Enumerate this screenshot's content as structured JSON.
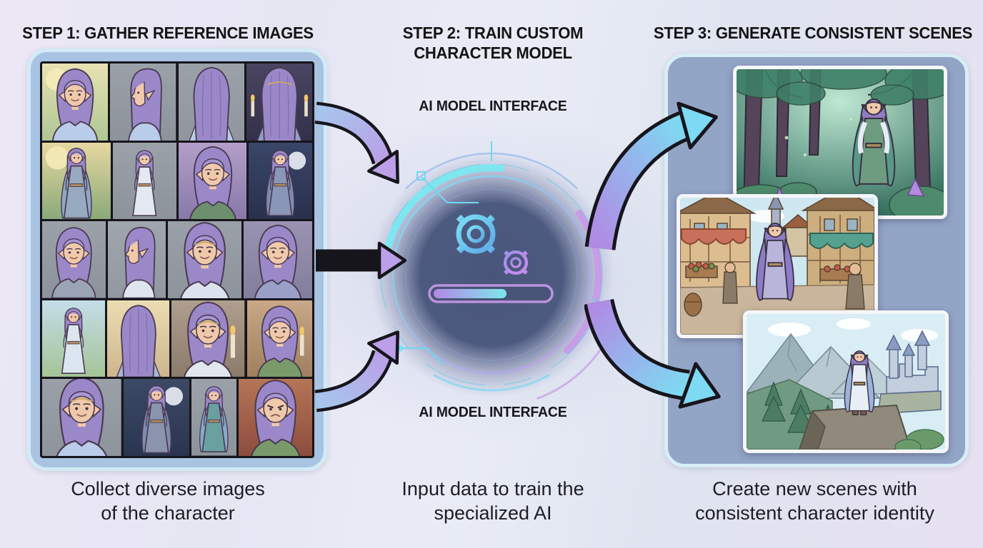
{
  "steps": {
    "step1": {
      "title": "STEP 1: GATHER REFERENCE IMAGES",
      "caption_line1": "Collect diverse images",
      "caption_line2": "of the character"
    },
    "step2": {
      "title_line1": "STEP 2: TRAIN CUSTOM",
      "title_line2": "CHARACTER MODEL",
      "interface_label_top": "AI MODEL INTERFACE",
      "interface_label_bottom": "AI MODEL INTERFACE",
      "caption_line1": "Input data to train the",
      "caption_line2": "specialized AI"
    },
    "step3": {
      "title": "STEP 3: GENERATE CONSISTENT SCENES",
      "caption_line1": "Create new scenes with",
      "caption_line2": "consistent character identity"
    }
  },
  "center_interface": {
    "icons": [
      "gear-icon-large",
      "gear-icon-small",
      "progress-bar"
    ],
    "progress_percent": 66
  },
  "arrows": {
    "input_arrows": [
      "input-arrow-top",
      "input-arrow-middle",
      "input-arrow-bottom"
    ],
    "output_arrows": [
      "output-arrow-top",
      "output-arrow-bottom"
    ]
  },
  "colors": {
    "panel1_bg": "#a9c3e2",
    "panel1_border": "#d2ecf7",
    "panel3_bg": "#93a5c7",
    "panel3_border": "#d8eef6",
    "title_color": "#141414",
    "caption_color": "#1d1d24",
    "arrow_in_from": "#a6c6ec",
    "arrow_in_to": "#bb9fe8",
    "arrow_out_from": "#b18ae4",
    "arrow_out_to": "#7edaf2",
    "core_fill": "#4d5a80",
    "ring_cyan": "#74e2f2",
    "ring_purple": "#c795ea",
    "gear_large": "#6fc8ee",
    "gear_small": "#c98ff0",
    "progress_from": "#b488e4",
    "progress_to": "#7ce8ec"
  },
  "reference_grid": {
    "rows": 5,
    "cols": 4,
    "character": "purple-haired elf woman",
    "rows_layout": [
      {
        "cells": [
          {
            "w": 25,
            "variant": "front",
            "desc": "smiling front portrait, forest light",
            "bg": [
              "#e9e2b4",
              "#aec793"
            ],
            "sun": true,
            "outfit": "#b9cce9"
          },
          {
            "w": 25,
            "variant": "profile",
            "desc": "left profile, grey background",
            "bg": [
              "#9ba1a9",
              "#8d939b"
            ],
            "outfit": "#b9cce9"
          },
          {
            "w": 25,
            "variant": "back",
            "desc": "back of head, grey background",
            "bg": [
              "#9ba1a9",
              "#90969e"
            ],
            "outfit": "#b9cce9"
          },
          {
            "w": 25,
            "variant": "back",
            "desc": "back of head, dark room with candles",
            "bg": [
              "#4a4662",
              "#32304a"
            ],
            "candles": true,
            "outfit": "#8fa0c4",
            "circlet": true
          }
        ]
      },
      {
        "cells": [
          {
            "w": 26,
            "variant": "full",
            "desc": "full body armor, sunny forest",
            "bg": [
              "#ead9a2",
              "#86a878"
            ],
            "sun": true,
            "outfit": "#98aac0",
            "cape": "#8fa8c8"
          },
          {
            "w": 24,
            "variant": "full",
            "desc": "full body white gown, grey background",
            "bg": [
              "#9ba1a9",
              "#8d939b"
            ],
            "outfit": "#e4e8f0"
          },
          {
            "w": 26,
            "variant": "front",
            "desc": "green outfit, purple dusk towers",
            "bg": [
              "#b5a0ca",
              "#8577a8"
            ],
            "outfit": "#6d8f6d"
          },
          {
            "w": 24,
            "variant": "full",
            "desc": "cloaked figure, moonlit night",
            "bg": [
              "#3a4668",
              "#28304c"
            ],
            "moon": true,
            "outfit": "#8a96b8",
            "cape": "#7f8cb0"
          }
        ]
      },
      {
        "cells": [
          {
            "w": 24,
            "variant": "front",
            "desc": "armored bust, grey background",
            "bg": [
              "#9ba1a9",
              "#8d939b"
            ],
            "outfit": "#9aa4b4"
          },
          {
            "w": 22,
            "variant": "profile",
            "desc": "profile in white dress, grey background",
            "bg": [
              "#a0a6ae",
              "#92989f"
            ],
            "outfit": "#dfe4ee"
          },
          {
            "w": 28,
            "variant": "front",
            "desc": "front face with circlet",
            "bg": [
              "#9ba1a9",
              "#8d939b"
            ],
            "circlet": true,
            "outfit": "#dce2ee"
          },
          {
            "w": 26,
            "variant": "front",
            "desc": "bust with blue shoulder cloak",
            "bg": [
              "#9a94b2",
              "#837d9c"
            ],
            "outfit": "#9aa0c8"
          }
        ]
      },
      {
        "cells": [
          {
            "w": 24,
            "variant": "full",
            "desc": "white dress outdoors, blue sky",
            "bg": [
              "#c4dde9",
              "#a4c496"
            ],
            "outfit": "#dce6f0"
          },
          {
            "w": 24,
            "variant": "back",
            "desc": "back view, warm golden light",
            "bg": [
              "#ecdcb2",
              "#cdb68e"
            ],
            "outfit": "#a9b6d6"
          },
          {
            "w": 28,
            "variant": "front",
            "desc": "serious face with circlet, candle-lit room",
            "bg": [
              "#b2a191",
              "#897767"
            ],
            "circlet": true,
            "candle": true,
            "outfit": "#e2e6ee"
          },
          {
            "w": 25,
            "variant": "front",
            "desc": "green dress beside candle",
            "bg": [
              "#c9a888",
              "#9f7f5f"
            ],
            "candle": true,
            "outfit": "#7a9a6a"
          }
        ]
      },
      {
        "cells": [
          {
            "w": 30,
            "variant": "front",
            "desc": "smiling with cape and circlet",
            "bg": [
              "#9ba1a9",
              "#8d939b"
            ],
            "circlet": true,
            "outfit": "#b9cce9"
          },
          {
            "w": 25,
            "variant": "full",
            "desc": "armored under moonlit sky",
            "bg": [
              "#3c4a66",
              "#2a3450"
            ],
            "moon": true,
            "outfit": "#8a94ac",
            "cape": "#7f8cb0"
          },
          {
            "w": 17,
            "variant": "full",
            "desc": "tiny full-body standing pose",
            "bg": [
              "#9ba1a9",
              "#8d939b"
            ],
            "outfit": "#6aa0a0",
            "cape": "#88aacc"
          },
          {
            "w": 28,
            "variant": "angry",
            "desc": "angry expression, ember background",
            "bg": [
              "#b87858",
              "#8a4a3c"
            ],
            "outfit": "#7a9a6a"
          }
        ]
      }
    ]
  },
  "scenes": [
    {
      "name": "forest",
      "desc": "elf in glowing forest with purple crystals",
      "palette": {
        "sky": "#bfe8d4",
        "deep": "#35705e",
        "canopy": "#3f7f68",
        "trunk": "#554459",
        "bush": "#4e8a6c",
        "crystal": "#b48ae0",
        "dress": "#6e9c80",
        "cape": "#57988a",
        "sleeve": "#e9ebf4",
        "hair": "#8f7cc4",
        "skin": "#f0c9ab"
      }
    },
    {
      "name": "village",
      "desc": "elf walking through medieval market street",
      "palette": {
        "sky": "#cfe7f0",
        "wall": "#dcbd8f",
        "wall2": "#cdae7f",
        "roof": "#8a6848",
        "roof2": "#9a5f40",
        "timber": "#7a5a40",
        "awning_left": "#c8705a",
        "awning_right": "#56a090",
        "street": "#c9b69c",
        "crate": "#a87c50",
        "cloak": "#8c7cc8",
        "dress": "#b9b5da",
        "hair": "#8f7cc4",
        "skin": "#f0c9ab",
        "folk": "#8a7a68",
        "spire": "#aab4c8"
      }
    },
    {
      "name": "mountain",
      "desc": "elf on cliff overlooking mountains and castle",
      "palette": {
        "sky": "#d8edf4",
        "cloud": "#ffffff",
        "far": "#b9c9d2",
        "mid": "#9cb2ba",
        "ridge": "#7e97a2",
        "pine": "#4c7c64",
        "slope": "#709a82",
        "castle": "#c3cede",
        "castle_roof": "#8a9cc2",
        "cliff": "#908a7c",
        "cliff_dark": "#6b6557",
        "cape": "#9ab4dc",
        "dress": "#e8eef6",
        "hair": "#8f7cc4",
        "skin": "#f0c9ab"
      }
    }
  ]
}
